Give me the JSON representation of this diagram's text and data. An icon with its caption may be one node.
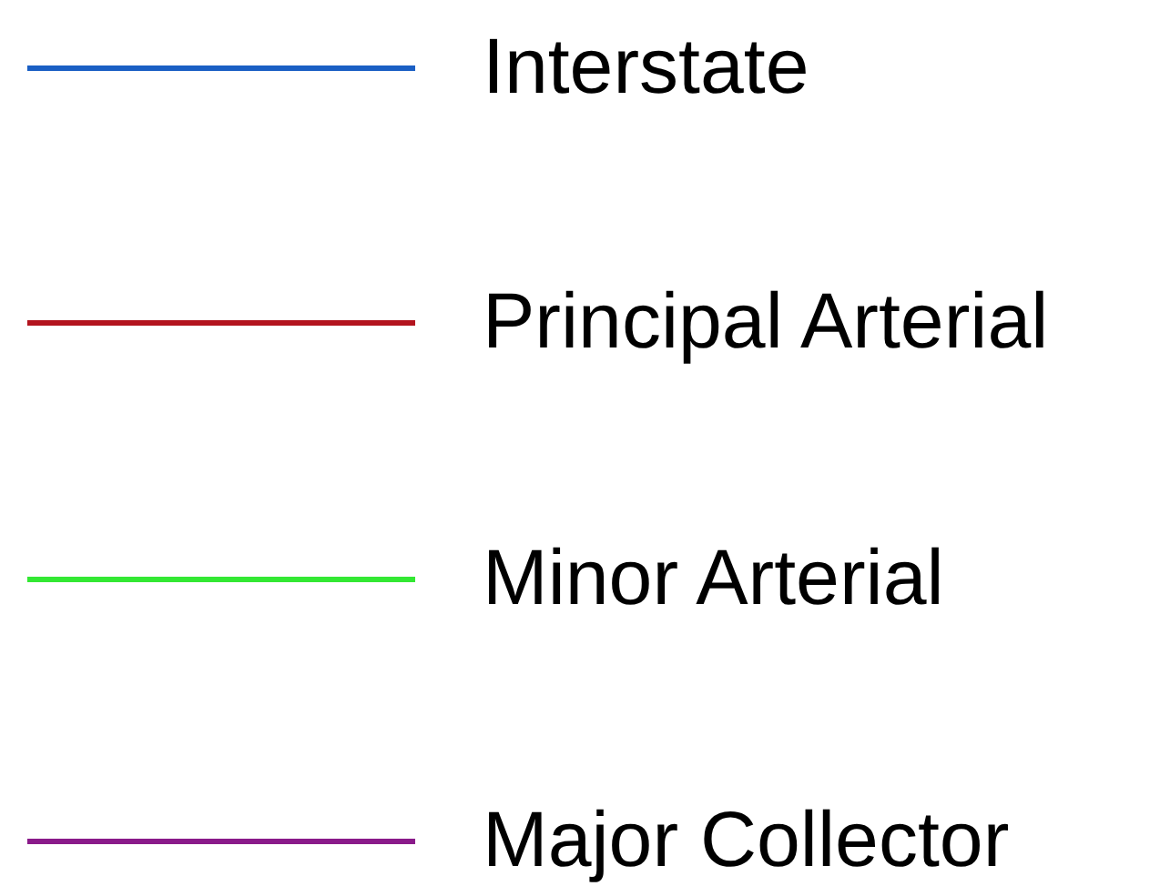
{
  "diagram": {
    "legend": [
      {
        "text": "Interstate",
        "color": "#1a5fc4"
      },
      {
        "text": "Principal Arterial",
        "color": "#b3141e"
      },
      {
        "text": "Minor Arterial",
        "color": "#33e833"
      },
      {
        "text": "Major Collector",
        "color": "#8a1a8a"
      }
    ]
  }
}
